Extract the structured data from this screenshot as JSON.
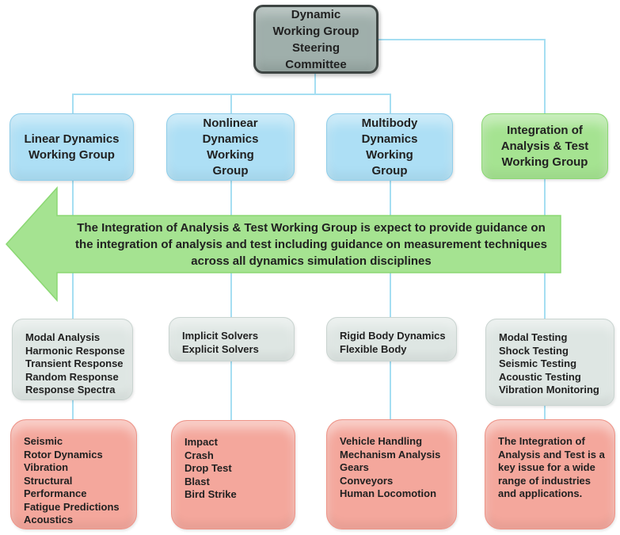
{
  "colors": {
    "committee_fill": "#9FAFAB",
    "committee_border": "#3E4543",
    "blue_fill": "#ADDFF5",
    "blue_border": "#8FCEEA",
    "green_fill": "#A5E391",
    "green_border": "#8BD873",
    "gray_fill": "#DEE6E3",
    "gray_border": "#C9D4D0",
    "pink_fill": "#F4A79C",
    "pink_border": "#EE9488",
    "connector": "#A5DEF2",
    "text": "#212121"
  },
  "root": {
    "label": "Dynamic Working Group Steering Committee"
  },
  "arrow": {
    "text": "The Integration of Analysis & Test Working Group is expect to provide guidance on the integration of analysis and test including guidance on measurement techniques across all dynamics simulation disciplines"
  },
  "groups": [
    {
      "label": "Linear Dynamics Working Group",
      "methods": [
        "Modal Analysis",
        "Harmonic Response",
        "Transient Response",
        "Random Response",
        "Response Spectra"
      ],
      "applications": [
        "Seismic",
        "Rotor Dynamics",
        "Vibration",
        "Structural",
        "Performance",
        "Fatigue Predictions",
        "Acoustics"
      ]
    },
    {
      "label": "Nonlinear Dynamics Working Group",
      "methods": [
        "Implicit Solvers",
        "Explicit Solvers"
      ],
      "applications": [
        "Impact",
        "Crash",
        "Drop Test",
        "Blast",
        "Bird Strike"
      ]
    },
    {
      "label": "Multibody Dynamics Working Group",
      "methods": [
        "Rigid Body Dynamics",
        "Flexible Body"
      ],
      "applications": [
        "Vehicle Handling",
        "Mechanism Analysis",
        "Gears",
        "Conveyors",
        "Human Locomotion"
      ]
    },
    {
      "label": "Integration of Analysis & Test Working Group",
      "methods": [
        "Modal Testing",
        "Shock Testing",
        "Seismic Testing",
        "Acoustic Testing",
        "Vibration Monitoring"
      ],
      "applications": [
        "The Integration of Analysis and Test is a key issue for a wide range of industries and applications."
      ]
    }
  ]
}
